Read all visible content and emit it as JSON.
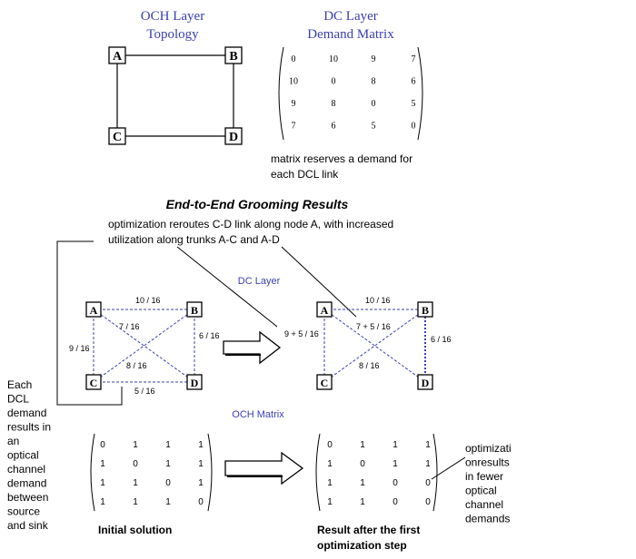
{
  "top": {
    "och_title_1": "OCH Layer",
    "och_title_2": "Topology",
    "dc_title_1": "DC Layer",
    "dc_title_2": "Demand Matrix",
    "nodes": [
      "A",
      "B",
      "C",
      "D"
    ],
    "demand_matrix": [
      [
        "0",
        "10",
        "9",
        "7"
      ],
      [
        "10",
        "0",
        "8",
        "6"
      ],
      [
        "9",
        "8",
        "0",
        "5"
      ],
      [
        "7",
        "6",
        "5",
        "0"
      ]
    ],
    "matrix_note_1": "matrix reserves a demand for",
    "matrix_note_2": "each DCL link"
  },
  "middle": {
    "heading": "End-to-End Grooming Results",
    "note_1": "optimization reroutes C-D link along node A, with increased",
    "note_2": "utilization along trunks A-C and A-D",
    "dc_layer_label": "DC Layer",
    "left_edges": {
      "ab": "10 / 16",
      "ad": "7 / 16",
      "ac": "9 / 16",
      "bd": "6 / 16",
      "bc": "8 / 16",
      "cd": "5 / 16"
    },
    "right_edges": {
      "ab": "10 / 16",
      "ad": "7 + 5 / 16",
      "ac": "9 + 5 / 16",
      "bd": "6 / 16",
      "bc": "8 / 16"
    }
  },
  "side_note": [
    "Each",
    "DCL",
    "demand",
    "results in",
    "an",
    "optical",
    "channel",
    "demand",
    "between",
    "source",
    "and sink"
  ],
  "bottom": {
    "och_matrix_label": "OCH Matrix",
    "initial_matrix": [
      [
        "0",
        "1",
        "1",
        "1"
      ],
      [
        "1",
        "0",
        "1",
        "1"
      ],
      [
        "1",
        "1",
        "0",
        "1"
      ],
      [
        "1",
        "1",
        "1",
        "0"
      ]
    ],
    "result_matrix": [
      [
        "0",
        "1",
        "1",
        "1"
      ],
      [
        "1",
        "0",
        "1",
        "1"
      ],
      [
        "1",
        "1",
        "0",
        "0"
      ],
      [
        "1",
        "1",
        "0",
        "0"
      ]
    ],
    "highlight_color": "#cc0000",
    "initial_caption": "Initial solution",
    "result_caption_1": "Result after the first",
    "result_caption_2": "optimization step",
    "right_note": [
      "optimizati",
      "onresults",
      "in fewer",
      "optical",
      "channel",
      "demands"
    ]
  }
}
